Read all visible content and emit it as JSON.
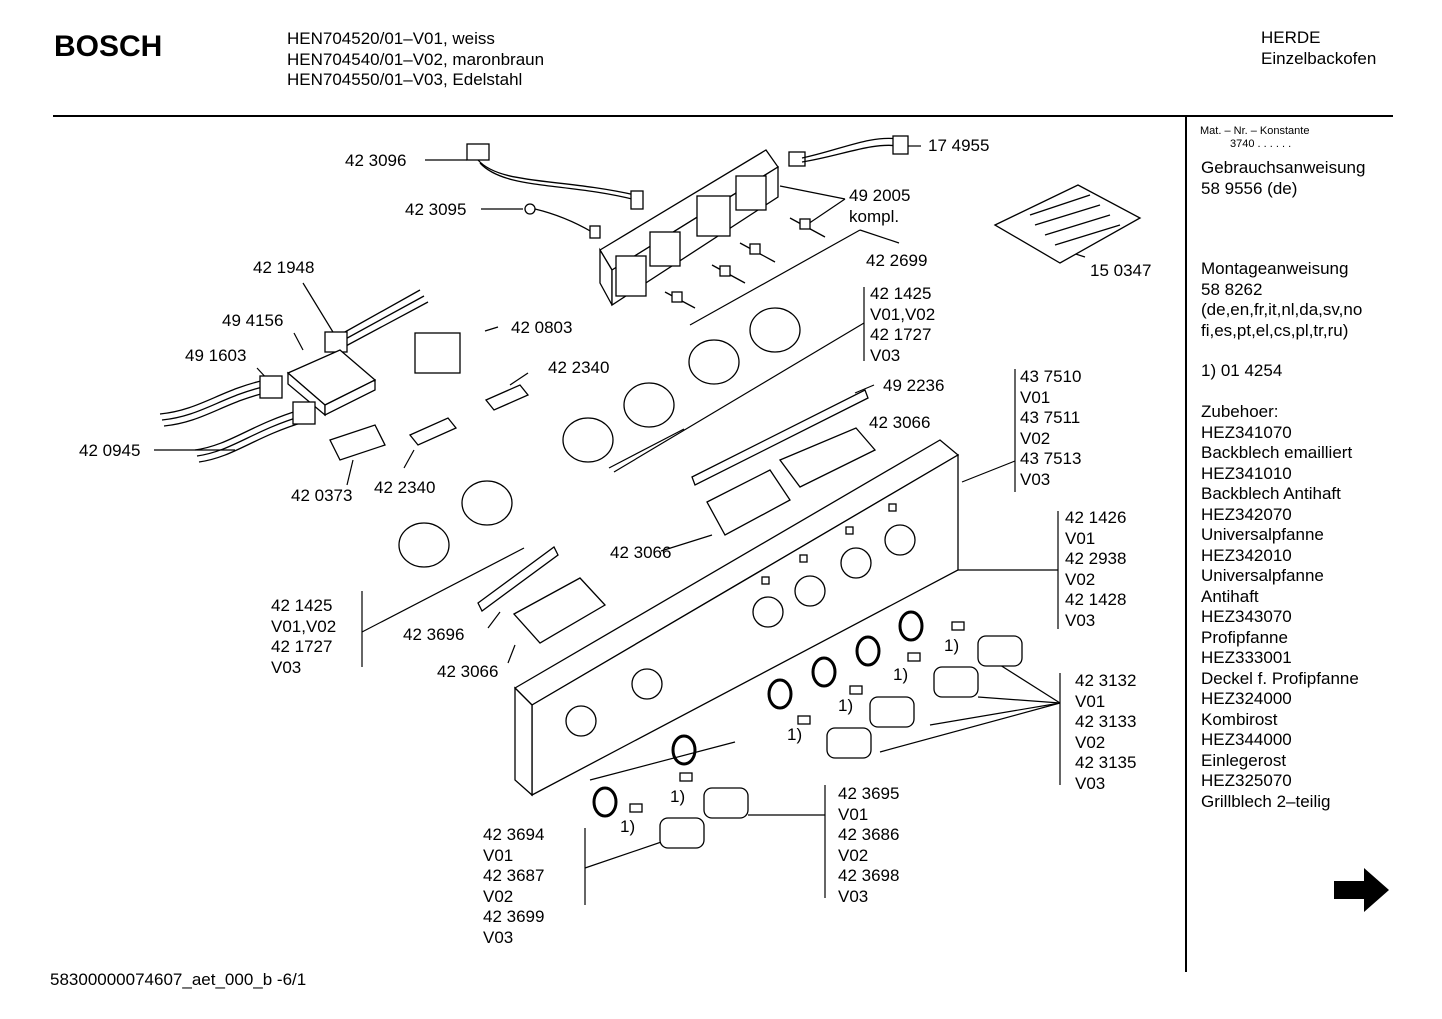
{
  "header": {
    "brand": "BOSCH",
    "models": [
      "HEN704520/01–V01, weiss",
      "HEN704540/01–V02, maronbraun",
      "HEN704550/01–V03, Edelstahl"
    ],
    "category": [
      "HERDE",
      "Einzelbackofen"
    ]
  },
  "side_panel": {
    "mat_label": "Mat. – Nr. – Konstante",
    "mat_value": "3740 . . . . . .",
    "blocks": [
      [
        "Gebrauchsanweisung",
        "58 9556 (de)"
      ],
      [
        "Montageanweisung",
        "58 8262",
        "(de,en,fr,it,nl,da,sv,no",
        "fi,es,pt,el,cs,pl,tr,ru)"
      ],
      [
        "1) 01 4254"
      ],
      [
        "Zubehoer:",
        "HEZ341070",
        "Backblech emailliert",
        "HEZ341010",
        "Backblech Antihaft",
        "HEZ342070",
        "Universalpfanne",
        "HEZ342010",
        "Universalpfanne",
        "Antihaft",
        "HEZ343070",
        "Profipfanne",
        "HEZ333001",
        "Deckel f. Profipfanne",
        "HEZ324000",
        "Kombirost",
        "HEZ344000",
        "Einlegerost",
        "HEZ325070",
        "Grillblech 2–teilig"
      ]
    ]
  },
  "part_labels": {
    "p423096": "42 3096",
    "p174955": "17 4955",
    "p423095": "42 3095",
    "p492005": [
      "49 2005",
      "kompl."
    ],
    "p422699": "42 2699",
    "p150347": "15 0347",
    "p421948": "42 1948",
    "p494156": "49 4156",
    "p420803": "42 0803",
    "p491603": "49 1603",
    "p422340a": "42 2340",
    "p420945": "42 0945",
    "p420373": "42 0373",
    "p422340b": "42 2340",
    "p492236": "49 2236",
    "p423066a": "42 3066",
    "p423066b": "42 3066",
    "p423066c": "42 3066",
    "p423696": "42 3696",
    "grp_knob_rings_top": [
      "42 1425",
      "V01,V02",
      "42 1727",
      "V03"
    ],
    "grp_panel": [
      "43 7510",
      "V01",
      "43 7511",
      "V02",
      "43 7513",
      "V03"
    ],
    "grp_knob_rings_left": [
      "42 1425",
      "V01,V02",
      "42 1727",
      "V03"
    ],
    "grp_rings": [
      "42 1426",
      "V01",
      "42 2938",
      "V02",
      "42 1428",
      "V03"
    ],
    "grp_knobs_right": [
      "42  3132",
      "V01",
      "42 3133",
      "V02",
      "42 3135",
      "V03"
    ],
    "grp_knobs_mid": [
      "42 3695",
      "V01",
      "42 3686",
      "V02",
      "42 3698",
      "V03"
    ],
    "grp_knobs_left": [
      "42 3694",
      "V01",
      "42 3687",
      "V02",
      "42 3699",
      "V03"
    ],
    "footnote_mark": "1)"
  },
  "footer": "58300000074607_aet_000_b  -6/1"
}
